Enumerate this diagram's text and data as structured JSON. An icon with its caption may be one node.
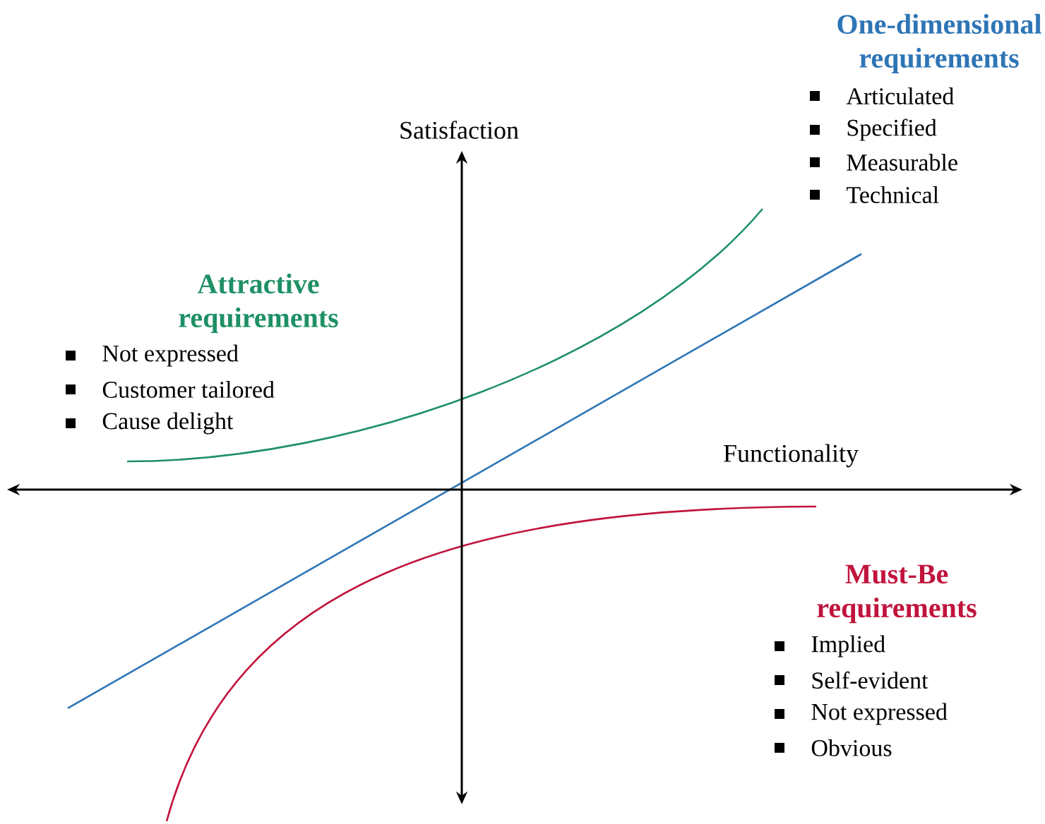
{
  "diagram": {
    "labels": [
      "One-dimensional requirements",
      "Articulated",
      "Specified",
      "Measurable",
      "Technical",
      "Satisfaction",
      "Attractive requirements",
      "Not expressed",
      "Customer tailored",
      "Cause delight",
      "Functionality",
      "Must-Be requirements",
      "Implied",
      "Self-evident",
      "Not expressed",
      "Obvious"
    ]
  }
}
